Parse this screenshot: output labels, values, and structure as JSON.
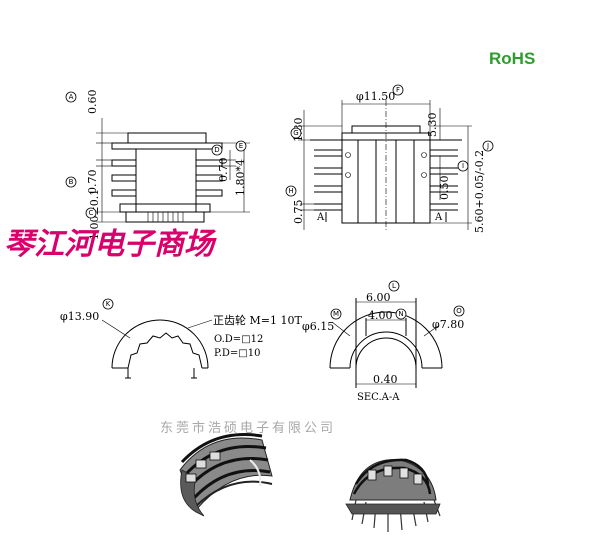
{
  "brand": {
    "rohs_label": "RoHS",
    "rohs_color": "#2e9d2e",
    "shop_name": "琴江河电子商场",
    "shop_color": "#d9006c",
    "watermark": "东莞市浩硕电子有限公司",
    "watermark_color": "#a8a8a8"
  },
  "side_view": {
    "callouts": [
      "A",
      "B",
      "C",
      "D",
      "E"
    ],
    "dims": {
      "top_flange": "0.60",
      "mid_flange": "0.70",
      "pin_base": "1.00±0.1",
      "right_gap": "0.70",
      "pin_pitch": "1.80*4"
    }
  },
  "front_view": {
    "callouts": [
      "F",
      "G",
      "H",
      "I",
      "J"
    ],
    "dims": {
      "width": "φ11.50",
      "top_thick": "1.80",
      "top_height": "5.30",
      "bottom_thick": "0.75",
      "slot": "0.50",
      "overall": "5.60+0.05/-0.2"
    },
    "section_labels": [
      "A",
      "A"
    ]
  },
  "gear_view": {
    "callout": "K",
    "diameter": "φ13.90",
    "spec_lines": [
      "正齿轮 M=1 10T",
      "O.D=□12",
      "P.D=□10"
    ]
  },
  "section_view": {
    "callouts": [
      "L",
      "M",
      "N",
      "O"
    ],
    "dims": {
      "outer": "6.00",
      "inner": "4.00",
      "left_dia": "φ6.15",
      "right_dia": "φ7.80",
      "wall": "0.40"
    },
    "caption": "SEC.A-A"
  }
}
